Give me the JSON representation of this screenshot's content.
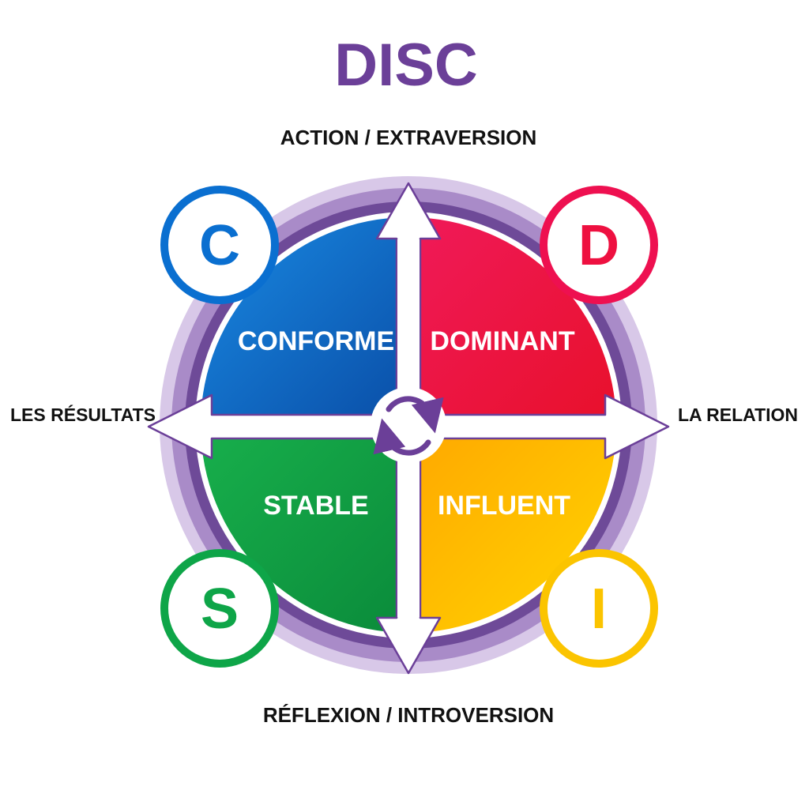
{
  "title": "DISC",
  "axes": {
    "top": "ACTION / EXTRAVERSION",
    "bottom": "RÉFLEXION / INTROVERSION",
    "left": "LES RÉSULTATS",
    "right": "LA RELATION"
  },
  "quadrants": [
    {
      "letter": "C",
      "label": "CONFORME",
      "color": "#0a6fd0"
    },
    {
      "letter": "D",
      "label": "DOMINANT",
      "color": "#ee1040"
    },
    {
      "letter": "S",
      "label": "STABLE",
      "color": "#0ea548"
    },
    {
      "letter": "I",
      "label": "INFLUENT",
      "color": "#fbc400"
    }
  ],
  "colors": {
    "purple": "#6b3f98",
    "ring_light": "#c9b3dd",
    "ring_dark": "#7a559f"
  },
  "center_icon": "cycle-arrows-icon"
}
